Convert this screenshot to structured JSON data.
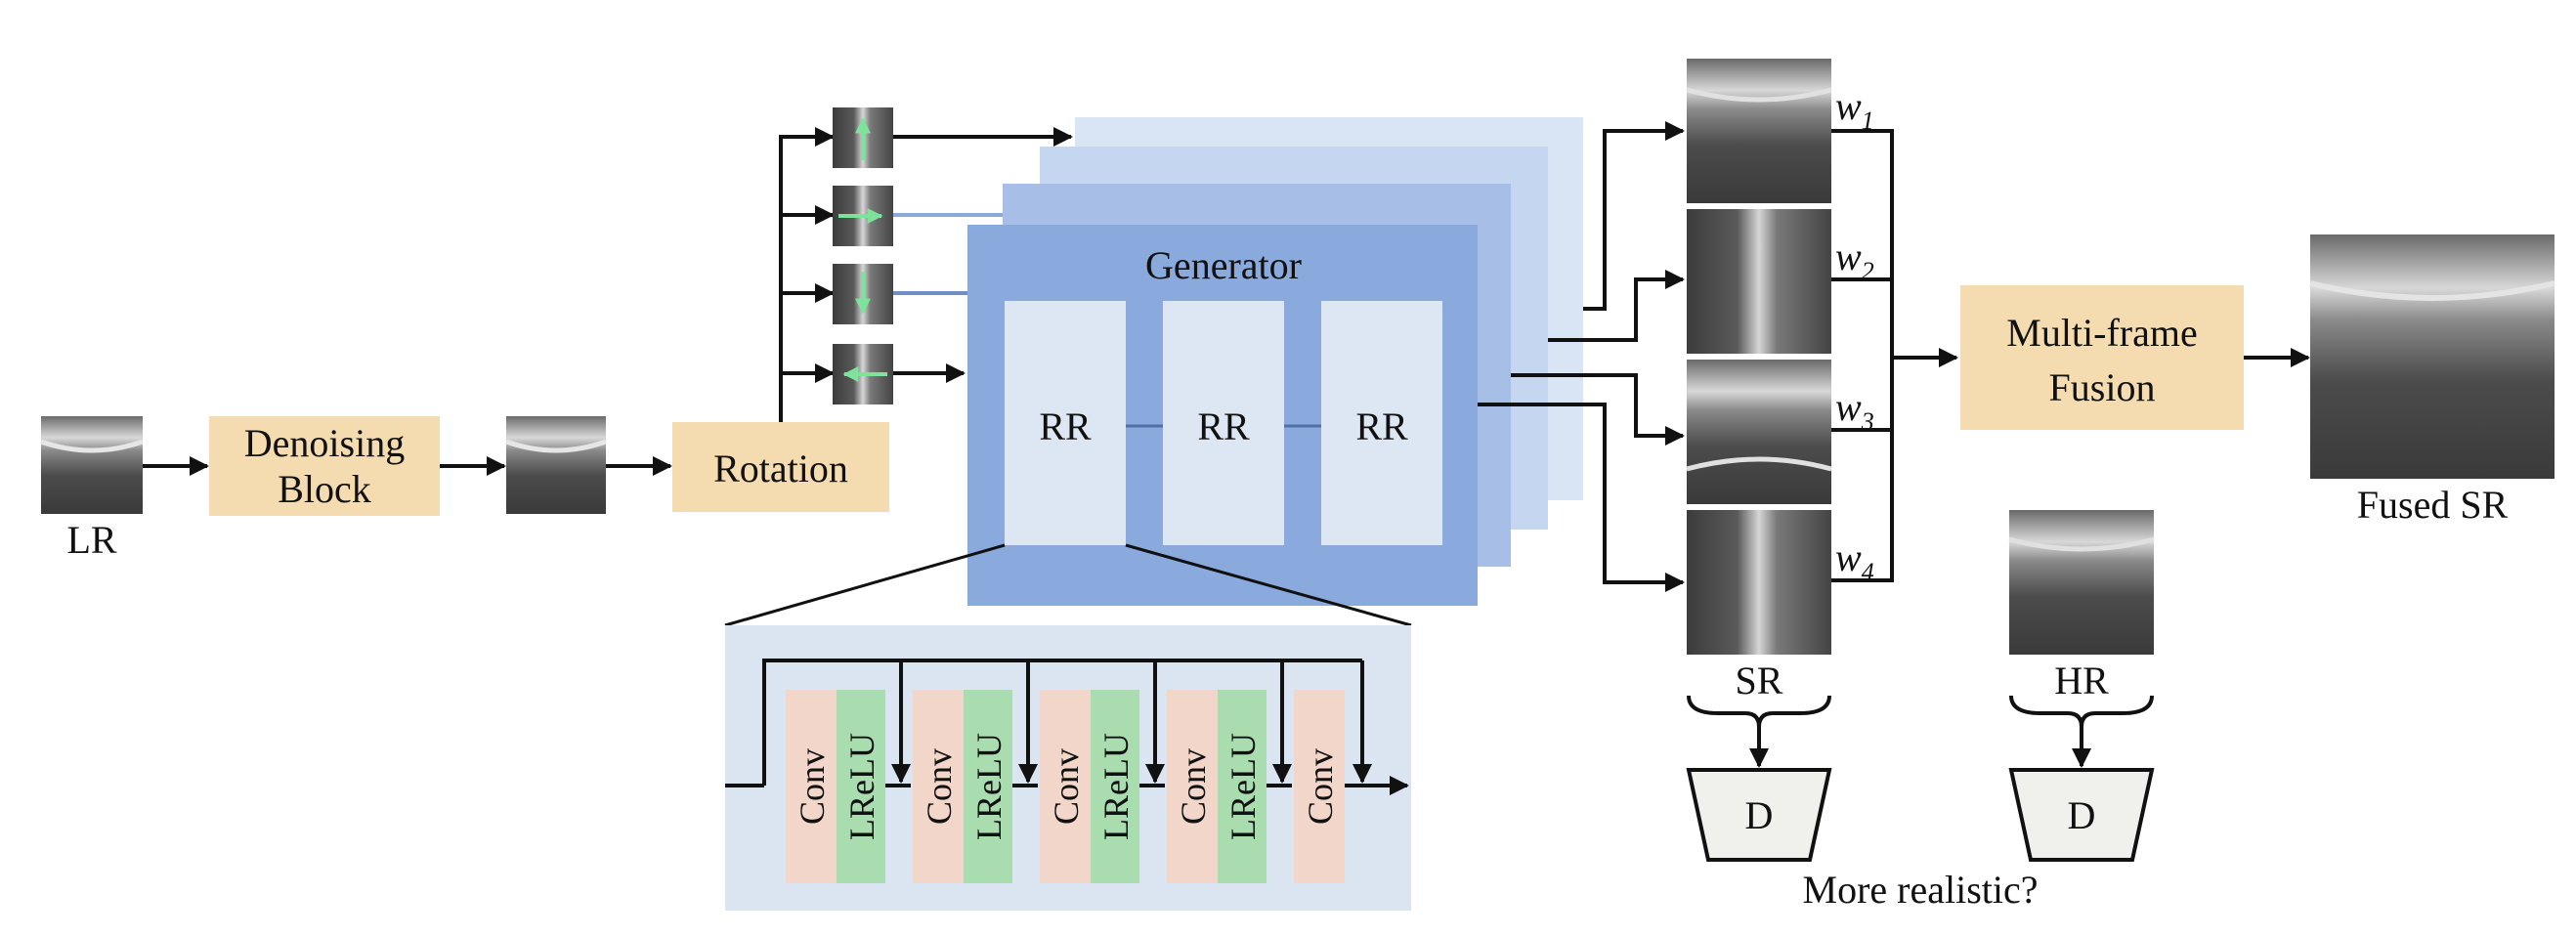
{
  "colors": {
    "tan": "#f4dcb0",
    "gen_front": "#8aa9dc",
    "gen_mid": "#a7bfe6",
    "gen_back": "#c5d6f0",
    "rr_fill": "#dde6f3",
    "detail_bg": "#dbe5f2",
    "conv": "#f2d6c9",
    "lrelu": "#a9dcaf",
    "disc": "#f0f0ec",
    "green_arrow": "#7ee39a",
    "scan_dark": "#3a3a3a",
    "scan_band": "#d4d4d4"
  },
  "labels": {
    "lr": "LR",
    "denoising_line1": "Denoising",
    "denoising_line2": "Block",
    "rotation": "Rotation",
    "generator": "Generator",
    "rr1": "RR",
    "rr2": "RR",
    "rr3": "RR",
    "conv1": "Conv",
    "lrelu1": "LReLU",
    "conv2": "Conv",
    "lrelu2": "LReLU",
    "conv3": "Conv",
    "lrelu3": "LReLU",
    "conv4": "Conv",
    "lrelu4": "LReLU",
    "conv5": "Conv",
    "w1": "w",
    "w1_sub": "1",
    "w2": "w",
    "w2_sub": "2",
    "w3": "w",
    "w3_sub": "3",
    "w4": "w",
    "w4_sub": "4",
    "fusion_line1": "Multi-frame",
    "fusion_line2": "Fusion",
    "fused_sr": "Fused SR",
    "sr": "SR",
    "hr": "HR",
    "d1": "D",
    "d2": "D",
    "question": "More realistic?"
  },
  "icons": {
    "rot_up": "arrow-up-icon",
    "rot_right": "arrow-right-icon",
    "rot_down": "arrow-down-icon",
    "rot_left": "arrow-left-icon"
  }
}
